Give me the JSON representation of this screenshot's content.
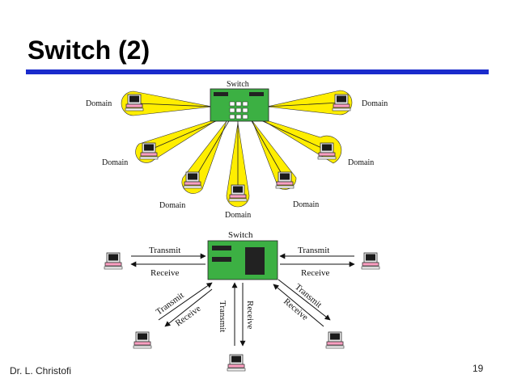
{
  "slide": {
    "title": "Switch (2)",
    "author": "Dr. L. Christofi",
    "page_number": "19"
  },
  "top_diagram": {
    "switch_label": "Switch",
    "domain_label": "Domain"
  },
  "bottom_diagram": {
    "switch_label": "Switch",
    "transmit_label": "Transmit",
    "receive_label": "Receive"
  },
  "colors": {
    "title_rule": "#1a2bcc",
    "domain_fill": "#ffee00",
    "switch_fill": "#3cb043"
  }
}
